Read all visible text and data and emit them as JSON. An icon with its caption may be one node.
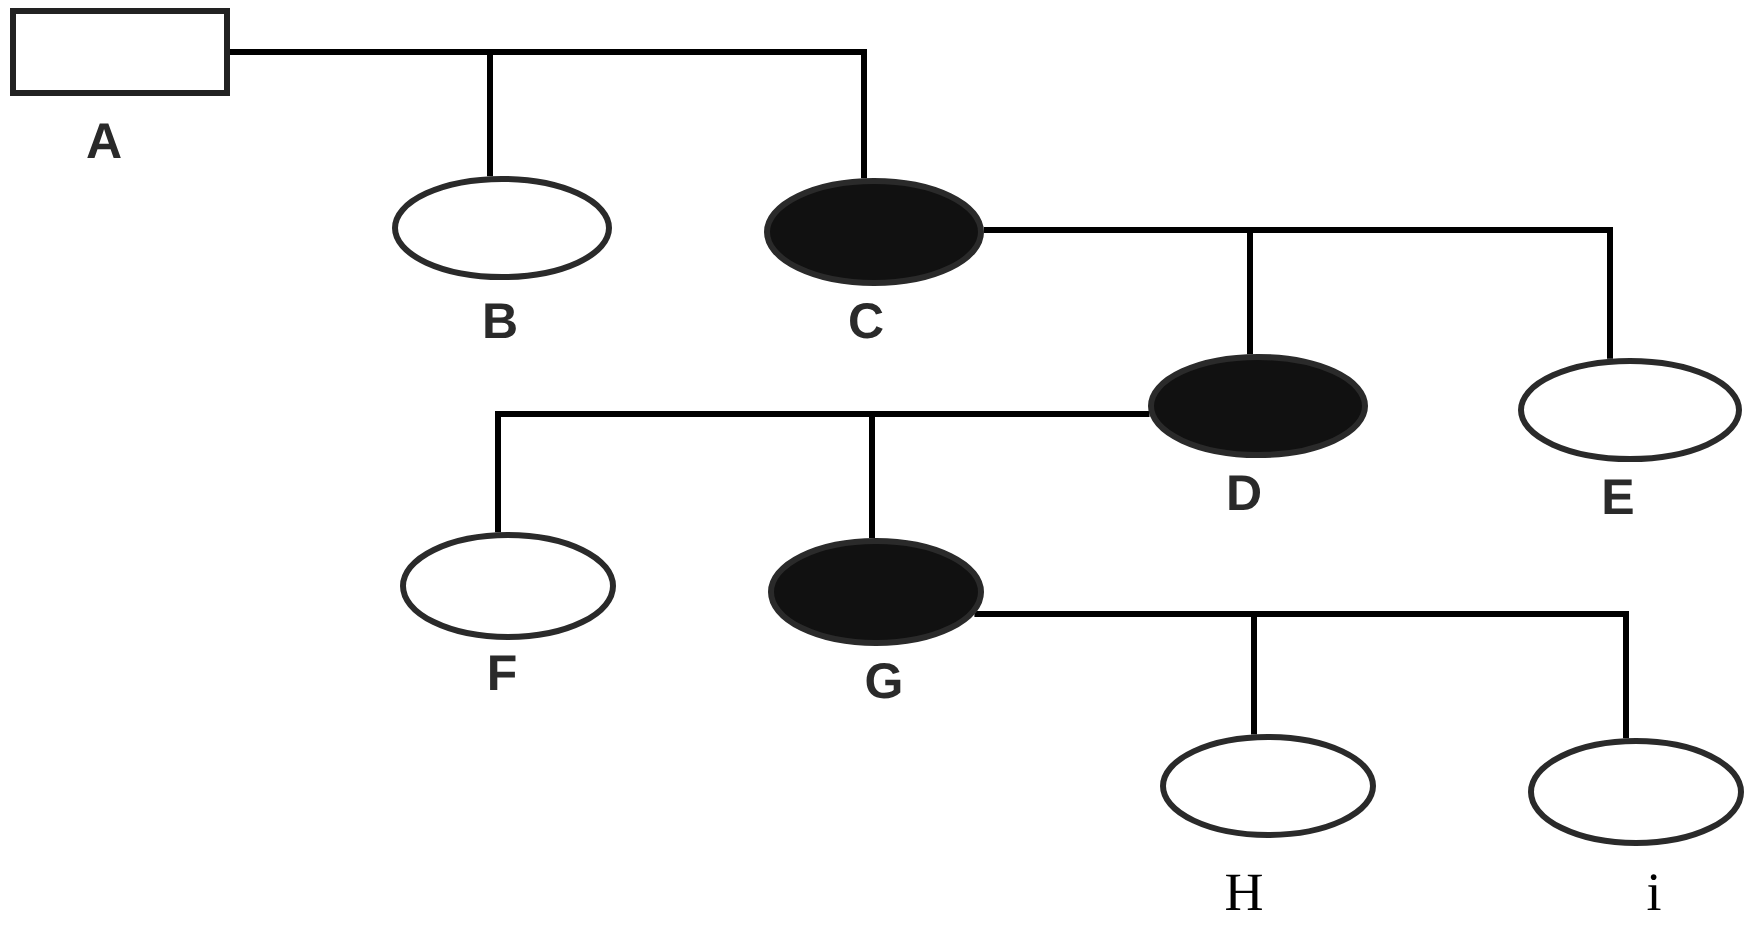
{
  "diagram": {
    "nodes": [
      {
        "text": [],
        "shape": "square",
        "beside": [
          "A"
        ]
      },
      {
        "text": [],
        "shape": "circle",
        "beside": [
          "B"
        ]
      },
      {
        "text": [],
        "shape": "disc",
        "beside": [
          "C"
        ]
      },
      {
        "text": [],
        "shape": "disc",
        "beside": [
          "D"
        ]
      },
      {
        "text": [],
        "shape": "circle",
        "beside": [
          "E"
        ]
      },
      {
        "text": [],
        "shape": "circle",
        "beside": [
          "F"
        ]
      },
      {
        "text": [],
        "shape": "disc",
        "beside": [
          "G"
        ]
      },
      {
        "text": [],
        "shape": "circle",
        "beside": [
          "H"
        ]
      },
      {
        "text": [],
        "shape": "circle",
        "beside": [
          "i"
        ]
      }
    ],
    "edges": [
      {
        "from": 0,
        "to": 1,
        "arrow": "none"
      },
      {
        "from": 0,
        "to": 2,
        "arrow": "none"
      },
      {
        "from": 2,
        "to": 3,
        "arrow": "none"
      },
      {
        "from": 2,
        "to": 4,
        "arrow": "none"
      },
      {
        "from": 3,
        "to": 5,
        "arrow": "none"
      },
      {
        "from": 3,
        "to": 6,
        "arrow": "none"
      },
      {
        "from": 6,
        "to": 7,
        "arrow": "none"
      },
      {
        "from": 6,
        "to": 8,
        "arrow": "none"
      }
    ]
  }
}
